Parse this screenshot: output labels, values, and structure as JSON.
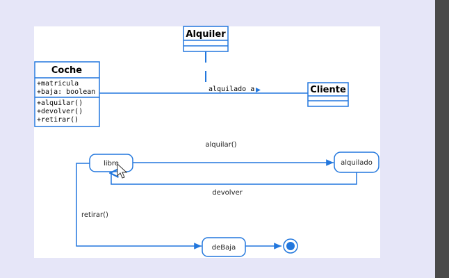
{
  "class_diagram": {
    "coche": {
      "name": "Coche",
      "attributes": [
        "+matricula",
        "+baja: boolean"
      ],
      "operations": [
        "+alquilar()",
        "+devolver()",
        "+retirar()"
      ]
    },
    "alquiler": {
      "name": "Alquiler"
    },
    "cliente": {
      "name": "Cliente"
    },
    "association_label": "alquilado a"
  },
  "state_diagram": {
    "states": {
      "libre": "libre",
      "alquilado": "alquilado",
      "debaja": "deBaja"
    },
    "transitions": {
      "alquilar": "alquilar()",
      "devolver": "devolver",
      "retirar": "retirar()"
    }
  },
  "colors": {
    "line": "#2277dd",
    "background": "#e6e6f8",
    "dark_strip": "#4a4a4a"
  }
}
